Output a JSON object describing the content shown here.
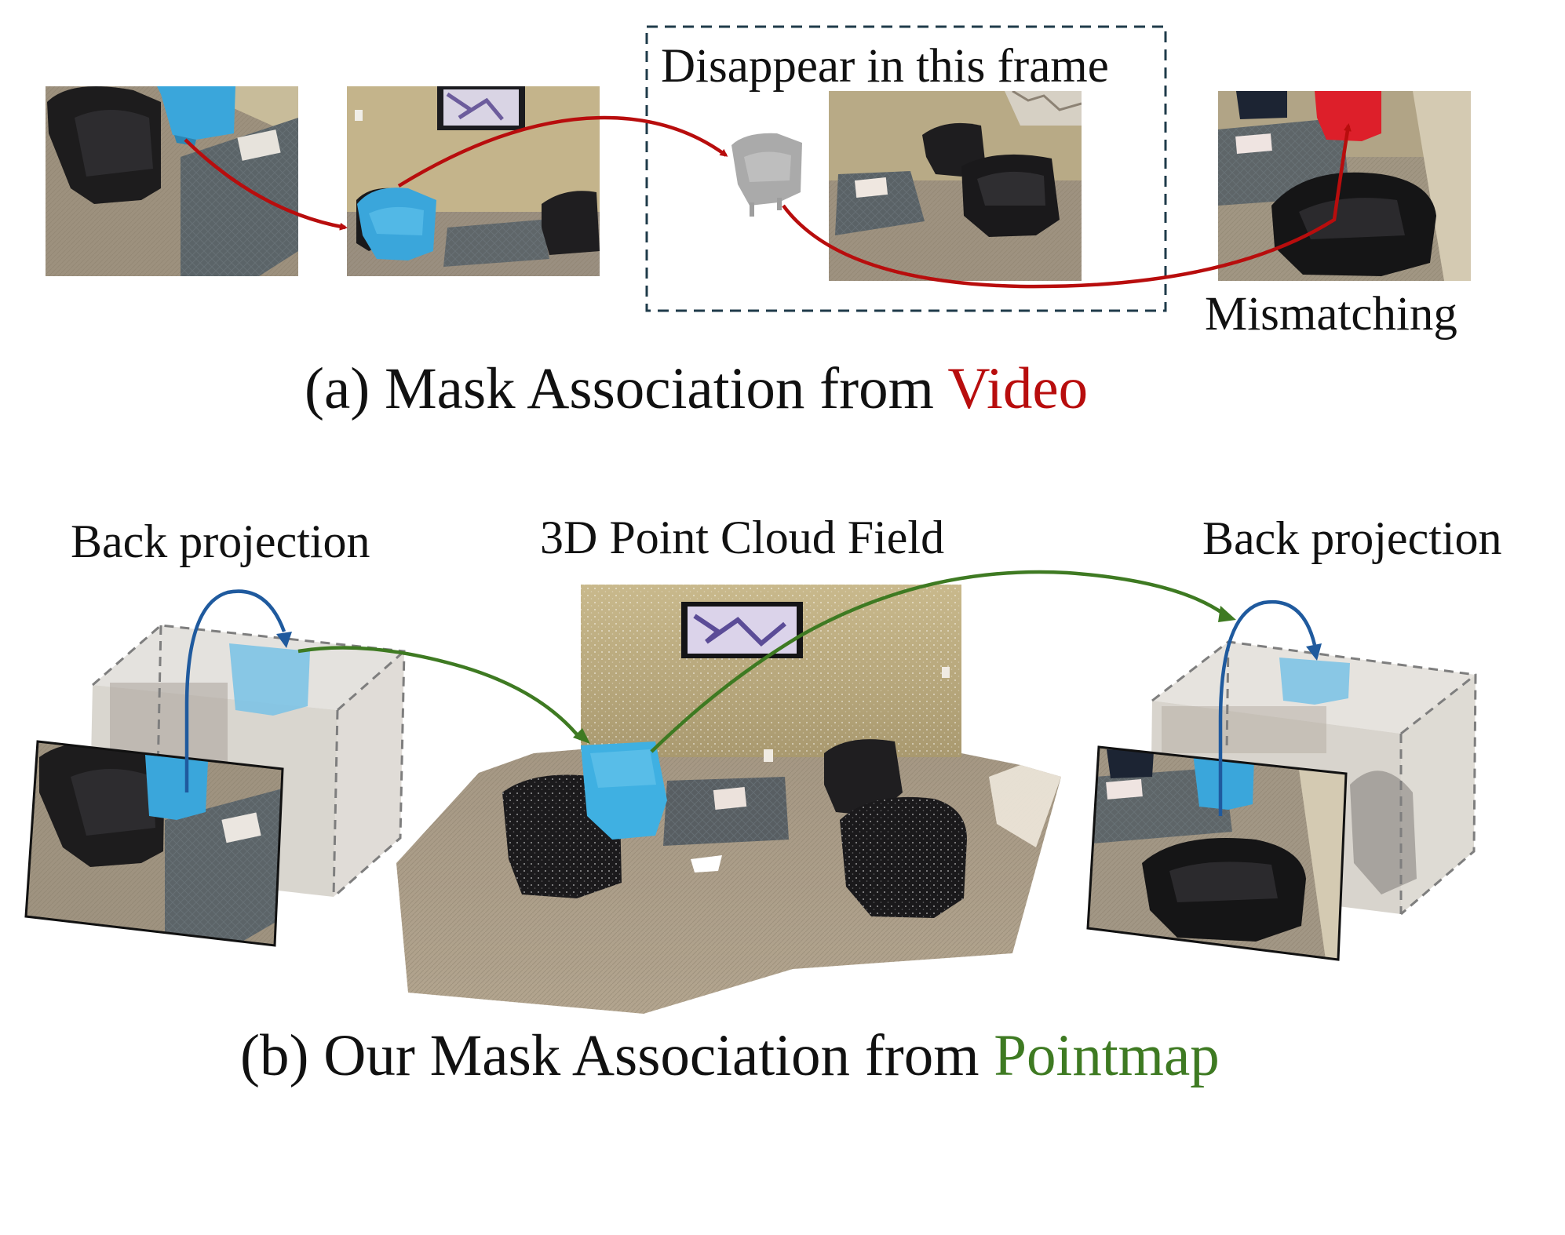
{
  "panel_a": {
    "disappear_label": "Disappear in this frame",
    "mismatch_label": "Mismatching",
    "caption_prefix": "(a) Mask Association from ",
    "caption_highlight": "Video"
  },
  "panel_b": {
    "left_label": "Back projection",
    "center_label": "3D Point Cloud Field",
    "right_label": "Back projection",
    "caption_prefix": "(b) Our Mask Association from ",
    "caption_highlight": "Pointmap"
  },
  "colors": {
    "video_arrow": "#b80d0d",
    "pointmap_arrow": "#3e7a22",
    "backproj_arrow": "#1f5a9e",
    "mask_highlight": "#36a9dc",
    "mismatch_mask": "#dd1f2a",
    "dashed_frame": "#1f3b4a"
  }
}
